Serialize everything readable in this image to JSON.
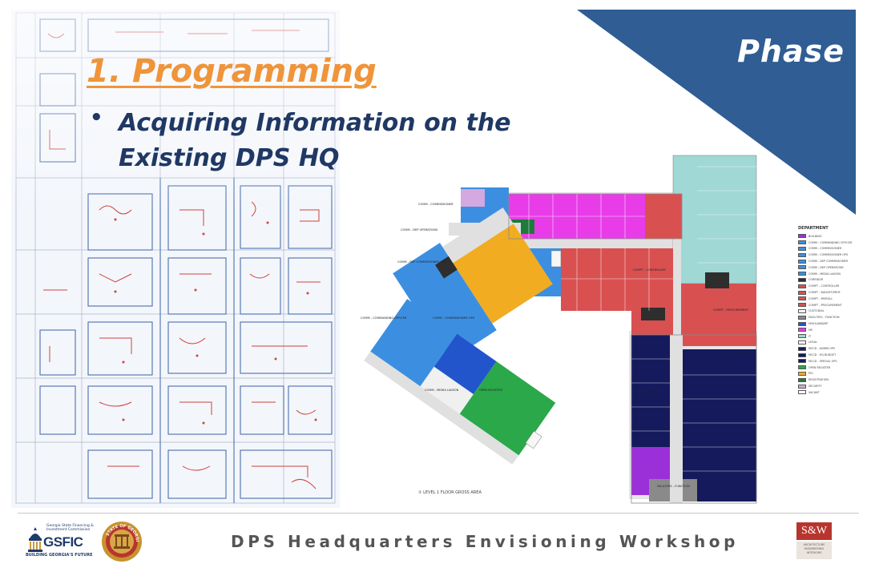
{
  "header": {
    "phase_label": "Phase",
    "title": "1. Programming",
    "bullet_marker": "•",
    "bullet_text": "Acquiring Information on the Existing DPS HQ"
  },
  "plan": {
    "level_caption": "LEVEL 1 FLOOR GROSS AREA",
    "legend_title": "DEPARTMENT",
    "legend": [
      {
        "label": "BUILDING",
        "color": "#9b30d9"
      },
      {
        "label": "COMM - COMMANDING OFFICER",
        "color": "#3c8fe0"
      },
      {
        "label": "COMM - COMMISSIONER",
        "color": "#3c8fe0"
      },
      {
        "label": "COMM - COMMISSIONER OPS",
        "color": "#3c8fe0"
      },
      {
        "label": "COMM - DEP COMMISSIONER",
        "color": "#3c8fe0"
      },
      {
        "label": "COMM - DEP OPERATIONS",
        "color": "#3c8fe0"
      },
      {
        "label": "COMM - MEDIA LIAISON",
        "color": "#3c8fe0"
      },
      {
        "label": "CORRIDOR",
        "color": "#2e2e2e"
      },
      {
        "label": "COMPT - CONTROLLER",
        "color": "#d95050"
      },
      {
        "label": "COMPT - BUDGET/PROF",
        "color": "#d95050"
      },
      {
        "label": "COMPT - PAYROLL",
        "color": "#d95050"
      },
      {
        "label": "COMPT - PROCUREMENT",
        "color": "#d95050"
      },
      {
        "label": "CUSTODIAL",
        "color": "#ffffff"
      },
      {
        "label": "FACILITIES - FUNCTION",
        "color": "#8a8a8a"
      },
      {
        "label": "HIGHLAND/MP",
        "color": "#2255cc"
      },
      {
        "label": "HR",
        "color": "#e83ce8"
      },
      {
        "label": "IT",
        "color": "#9fd8d4"
      },
      {
        "label": "LEGAL",
        "color": "#ffffff"
      },
      {
        "label": "MCCD - ADMIN OPS",
        "color": "#141a5c"
      },
      {
        "label": "MCCD - HQ BUDGET",
        "color": "#141a5c"
      },
      {
        "label": "MCCD - SPECIAL OPS",
        "color": "#141a5c"
      },
      {
        "label": "OPEN REGISTER",
        "color": "#2aa84a"
      },
      {
        "label": "PIO",
        "color": "#f2ac22"
      },
      {
        "label": "REGISTRATION",
        "color": "#1f7a3c"
      },
      {
        "label": "SECURITY",
        "color": "#d4a8e0"
      },
      {
        "label": "VACANT",
        "color": "#ffffff"
      }
    ]
  },
  "footer": {
    "title": "DPS Headquarters Envisioning Workshop",
    "gsfic_top": "Georgia State Financing & Investment Commission",
    "gsfic_word": "GSFIC",
    "gsfic_tag": "BUILDING GEORGIA'S FUTURE",
    "seal_label": "STATE OF GEORGIA",
    "sw_logo": "S&W",
    "sw_sub": "ARCHITECTURE ENGINEERING INTERIORS"
  },
  "colors": {
    "corner_blue": "#2f5d94",
    "title_orange": "#f0943a",
    "bullet_navy": "#1f3864"
  }
}
